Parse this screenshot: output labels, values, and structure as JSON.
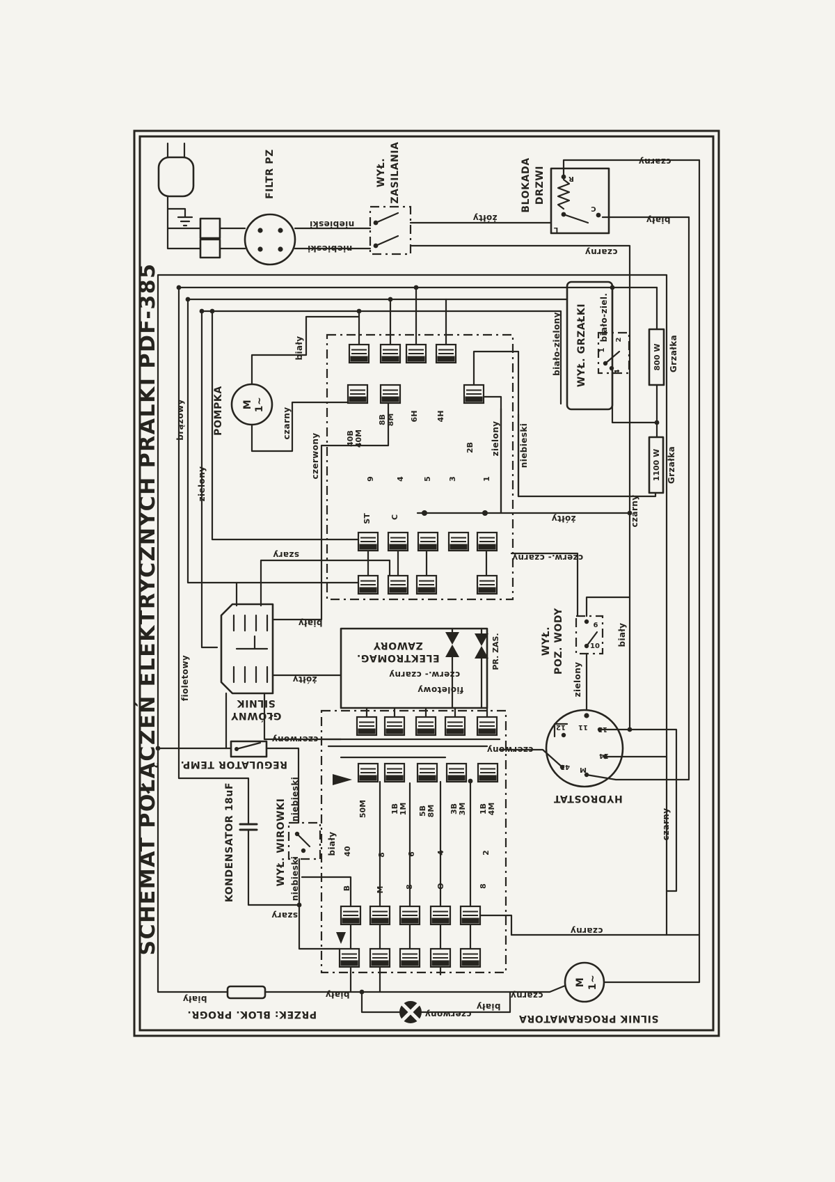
{
  "colors": {
    "paper": "#f5f4ef",
    "ink": "#26241f"
  },
  "title": "SCHEMAT POŁĄCZEŃ ELEKTRYCZNYCH PRALKI PDF-385",
  "components": {
    "filter": {
      "name": "FILTR PZ"
    },
    "power_switch": {
      "line1": "WYŁ.",
      "line2": "ZASILANIA"
    },
    "door_lock": {
      "line1": "BLOKADA",
      "line2": "DRZWI",
      "t1": "R",
      "t2": "L",
      "t3": "C"
    },
    "pump": {
      "name": "POMPKA",
      "m": "M",
      "ph": "1~"
    },
    "heater_switch": {
      "name": "WYŁ. GRZAŁKI",
      "c1": "1",
      "c2": "2",
      "c3": "4"
    },
    "heater_800": {
      "power": "800 W",
      "name": "Grzałka"
    },
    "heater_1100": {
      "power": "1100 W",
      "name": "Grzałka"
    },
    "main_motor": {
      "line1": "SILNIK",
      "line2": "GŁÓWNY"
    },
    "valves": {
      "line1": "ZAWORY",
      "line2": "ELEKTROMAG.",
      "v2": "PR. ZAS."
    },
    "water_switch": {
      "line1": "WYŁ.",
      "line2": "POZ. WODY",
      "t_top": "6",
      "t_bot": "10"
    },
    "hydrostat": {
      "name": "HYDROSTAT",
      "t12": "12",
      "t11": "11",
      "t13": "13",
      "t43": "43",
      "tm": "M",
      "t14": "14"
    },
    "temp_regulator": {
      "name": "REGULATOR TEMP."
    },
    "capacitor": {
      "name": "KONDENSATOR 18uF"
    },
    "spin_switch": {
      "name": "WYŁ. WIROWKI"
    },
    "prog_relay": {
      "name": "PRZEK: BLOK. PROGR."
    },
    "prog_motor": {
      "name": "SILNIK PROGRAMATORA",
      "m": "M",
      "ph": "1~"
    }
  },
  "upper_bank": {
    "cols": [
      "40B",
      "40M",
      "8B",
      "8M",
      "6H",
      "4H",
      "2B"
    ],
    "pins": [
      "9",
      "4",
      "5",
      "3",
      "1"
    ],
    "row2": [
      "ST",
      "C"
    ]
  },
  "lower_bank": {
    "cols": [
      "50M",
      "1B",
      "1M",
      "5B",
      "8M",
      "3B",
      "3M",
      "1B",
      "4M"
    ],
    "pins": [
      "40",
      "8",
      "6",
      "4",
      "2"
    ],
    "row3": [
      "B",
      "M",
      "8",
      "O",
      "8"
    ]
  },
  "wires": [
    "niebieski",
    "niebieski",
    "żółty",
    "czarny",
    "biały",
    "czarny",
    "brązowy",
    "zielony",
    "biały",
    "czarny",
    "czerwony",
    "szary",
    "zielony",
    "niebieski",
    "żółty",
    "czerw.- czarny",
    "biało-zielony",
    "biało-ziel.",
    "biały",
    "zielony",
    "czerwony",
    "czerwony",
    "fioletowy",
    "fioletowy",
    "biały",
    "żółty",
    "niebieski",
    "niebieski",
    "biały",
    "czarny",
    "czarny",
    "szary",
    "biały",
    "biały",
    "czerwony",
    "biały",
    "czarny",
    "czarny",
    "czerw.- czarny"
  ]
}
